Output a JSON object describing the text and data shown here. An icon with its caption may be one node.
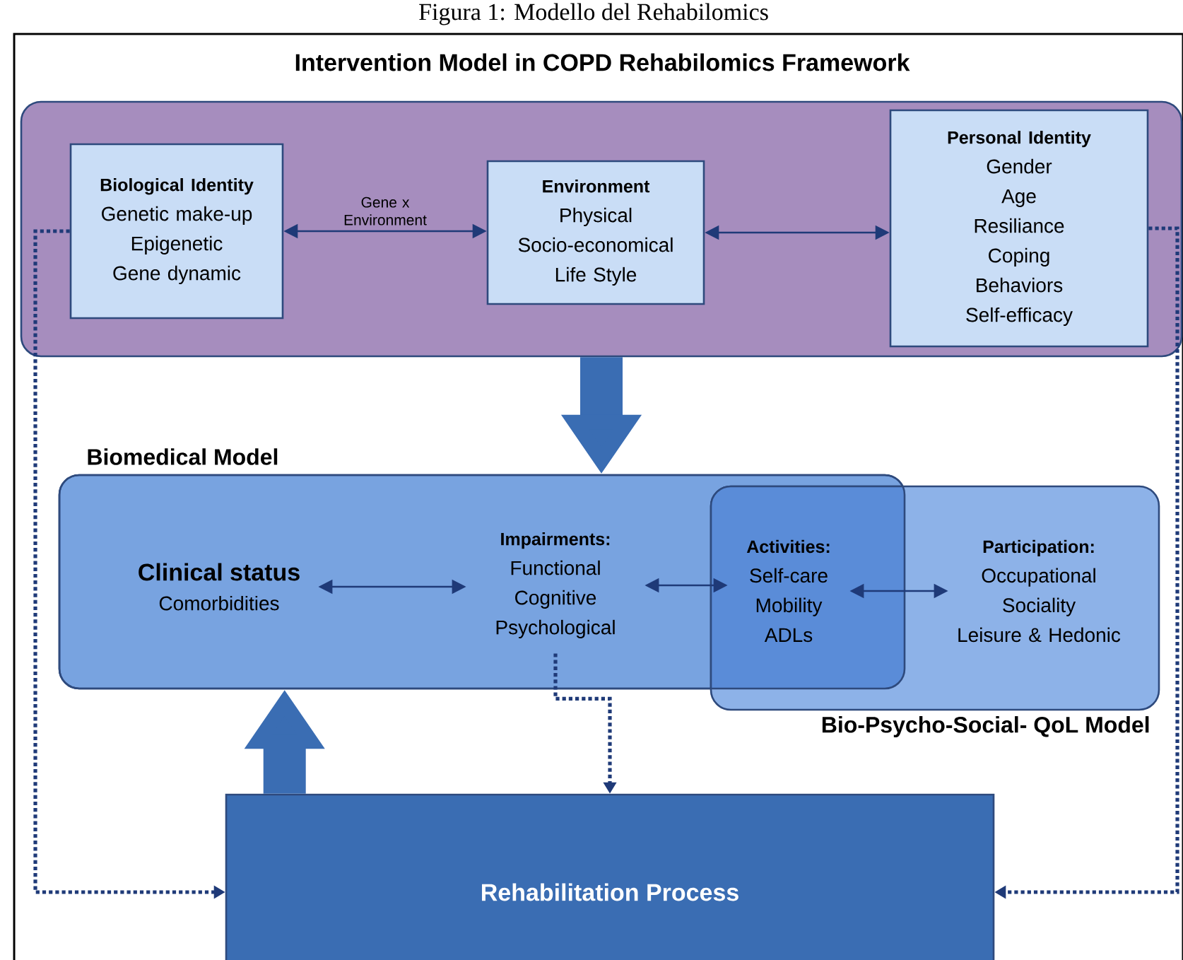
{
  "diagram": {
    "title": "Figura 1: Modello del Rehabilomics",
    "nodes": [
      {
        "text": [
          "Intervention Model in COPD Rehabilomics Framework"
        ]
      },
      {
        "text": [
          "Biological Identity",
          "Genetic make-up",
          "Epigenetic",
          "Gene dynamic"
        ],
        "in": 0
      },
      {
        "text": [
          "Environment",
          "Physical",
          "Socio-economical",
          "Life Style"
        ],
        "in": 0
      },
      {
        "text": [
          "Personal Identity",
          "Gender",
          "Age",
          "Resiliance",
          "Coping",
          "Behaviors",
          "Self-efficacy"
        ],
        "in": 0
      },
      {
        "text": [
          "Biomedical Model"
        ]
      },
      {
        "text": [
          "Clinical status",
          "Comorbidities"
        ],
        "in": 4
      },
      {
        "text": [
          "Impairments:",
          "Functional",
          "Cognitive",
          "Psychological"
        ],
        "in": 4
      },
      {
        "text": [
          "Bio-Psycho-Social- QoL Model"
        ]
      },
      {
        "text": [
          "Activities:",
          "Self-care",
          "Mobility",
          "ADLs"
        ]
      },
      {
        "text": [
          "Participation:",
          "Occupational",
          "Sociality",
          "Leisure & Hedonic"
        ],
        "in": 7
      },
      {
        "text": [
          "Rehabilitation Process"
        ]
      }
    ],
    "edges": [
      {
        "from": 1,
        "to": 2,
        "arrow": "both",
        "label": "Gene x Environment"
      },
      {
        "from": 2,
        "to": 3,
        "arrow": "both"
      },
      {
        "from": 0,
        "to": 4,
        "arrow": "to",
        "style": "thick"
      },
      {
        "from": 5,
        "to": 6,
        "arrow": "both"
      },
      {
        "from": 6,
        "to": 8,
        "arrow": "both"
      },
      {
        "from": 8,
        "to": 9,
        "arrow": "both"
      },
      {
        "from": 10,
        "to": 4,
        "arrow": "to",
        "style": "thick"
      },
      {
        "from": 6,
        "to": 10,
        "arrow": "to",
        "style": "dashed"
      },
      {
        "from": 1,
        "to": 10,
        "arrow": "to",
        "style": "dashed"
      },
      {
        "from": 3,
        "to": 10,
        "arrow": "to",
        "style": "dashed"
      }
    ]
  }
}
